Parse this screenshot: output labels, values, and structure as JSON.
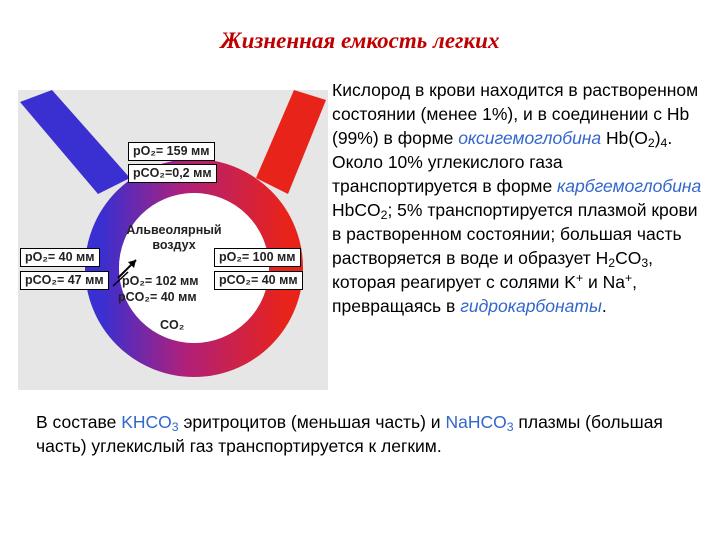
{
  "title": "Жизненная емкость легких",
  "diagram": {
    "alveolar_line1": "Альвеолярный",
    "alveolar_line2": "воздух",
    "top_po2": "pO₂= 159 мм",
    "top_pco2": "pCO₂=0,2 мм",
    "left_po2": "pO₂= 40 мм",
    "left_pco2": "pCO₂= 47 мм",
    "center_po2": "pO₂= 102 мм",
    "center_pco2": "pCO₂= 40 мм",
    "right_po2": "pO₂= 100 мм",
    "right_pco2": "pCO₂= 40 мм",
    "co2": "CO₂",
    "colors": {
      "venous": "#3a2fd0",
      "arterial": "#e8231a",
      "mid": "#b0207a",
      "frame": "#e6e6e6"
    }
  },
  "right_text": {
    "p1a": "Кислород в крови находится в растворенном состоянии (менее 1%), и в соединении с Hb (99%) в форме ",
    "p1_term": "оксигемоглобина",
    "p1b": " Hb(O",
    "p1_sub1": "2",
    "p1c": ")",
    "p1_sub2": "4",
    "p1d": ".",
    "p2a": "Около 10% углекислого газа транспортируется в форме ",
    "p2_term": "карбгемоглобина",
    "p2b": " HbCO",
    "p2_sub1": "2",
    "p2c": "; 5% транспортируется плазмой крови в растворенном состоянии; большая часть растворяется в воде и образует H",
    "p2_sub2": "2",
    "p2d": "CO",
    "p2_sub3": "3",
    "p2e": ", которая реагирует с солями K",
    "p2_sup1": "+",
    "p2f": " и Na",
    "p2_sup2": "+",
    "p2g": ", превращаясь в ",
    "p2_term2": "гидрокарбонаты",
    "p2h": "."
  },
  "bottom_text": {
    "a": "В составе ",
    "khco": "KHCO",
    "khco_sub": "3",
    "b": " эритроцитов (меньшая часть) и ",
    "nahco": "NaHCO",
    "nahco_sub": "3",
    "c": " плазмы (большая часть) углекислый газ транспортируется к легким."
  }
}
